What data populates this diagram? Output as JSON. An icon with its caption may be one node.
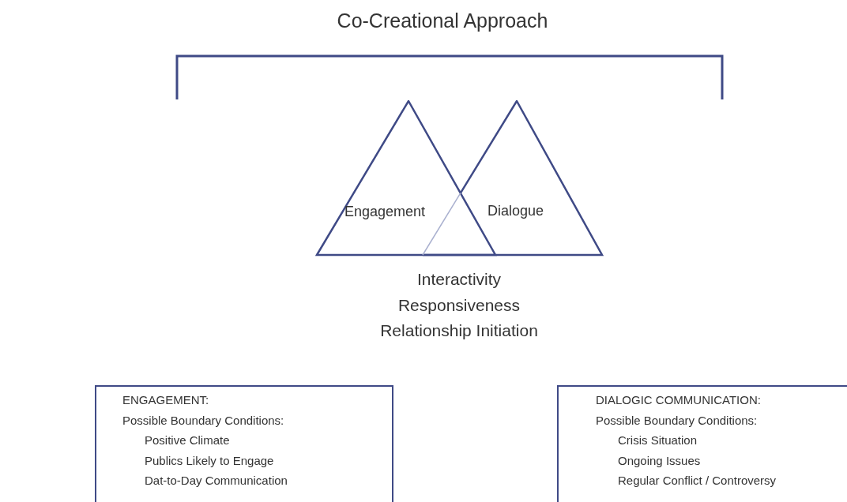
{
  "diagram": {
    "title": "Co-Creational Approach",
    "nodes": [
      {
        "text": [
          "Engagement"
        ]
      },
      {
        "text": [
          "Dialogue"
        ]
      },
      {
        "text": [
          "ENGAGEMENT:",
          "Possible Boundary Conditions:",
          "Positive Climate",
          "Publics Likely to Engage",
          "Dat-to-Day Communication"
        ]
      },
      {
        "text": [
          "DIALOGIC COMMUNICATION:",
          "Possible Boundary Conditions:",
          "Crisis Situation",
          "Ongoing Issues",
          "Regular Conflict / Controversy"
        ]
      }
    ],
    "labels": [
      "Interactivity",
      "Responsiveness",
      "Relationship Initiation"
    ]
  }
}
